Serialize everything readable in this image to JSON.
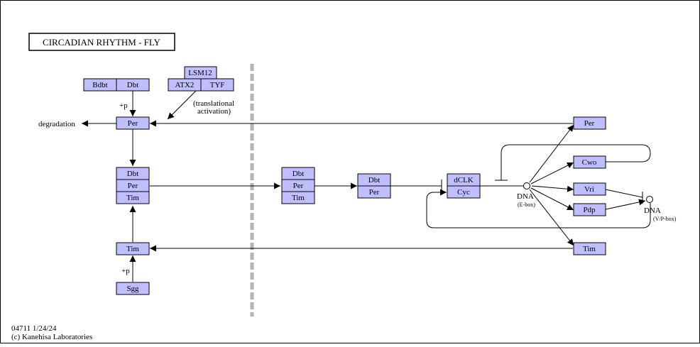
{
  "title": "CIRCADIAN  RHYTHM - FLY",
  "footer": {
    "line1": "04711 1/24/24",
    "line2": "(c) Kanehisa Laboratories"
  },
  "nodes": {
    "bdbt": "Bdbt",
    "dbt_top": "Dbt",
    "lsm12": "LSM12",
    "atx2": "ATX2",
    "tyf": "TYF",
    "per_left": "Per",
    "dbt_c1": "Dbt",
    "per_c1": "Per",
    "tim_c1": "Tim",
    "tim_left": "Tim",
    "sgg": "Sgg",
    "dbt_c2": "Dbt",
    "per_c2": "Per",
    "tim_c2": "Tim",
    "dbt_c3": "Dbt",
    "per_c3": "Per",
    "dclk": "dCLK",
    "cyc": "Cyc",
    "per_right": "Per",
    "cwo": "Cwo",
    "vri": "Vri",
    "pdp": "Pdp",
    "tim_right": "Tim"
  },
  "labels": {
    "degradation": "degradation",
    "p_top": "+p",
    "p_bottom": "+p",
    "translational_1": "(translational",
    "translational_2": "activation)",
    "dna_ebox": "DNA",
    "ebox": "(E-box)",
    "dna_vpbox": "DNA",
    "vpbox": "(V/P-box)"
  }
}
